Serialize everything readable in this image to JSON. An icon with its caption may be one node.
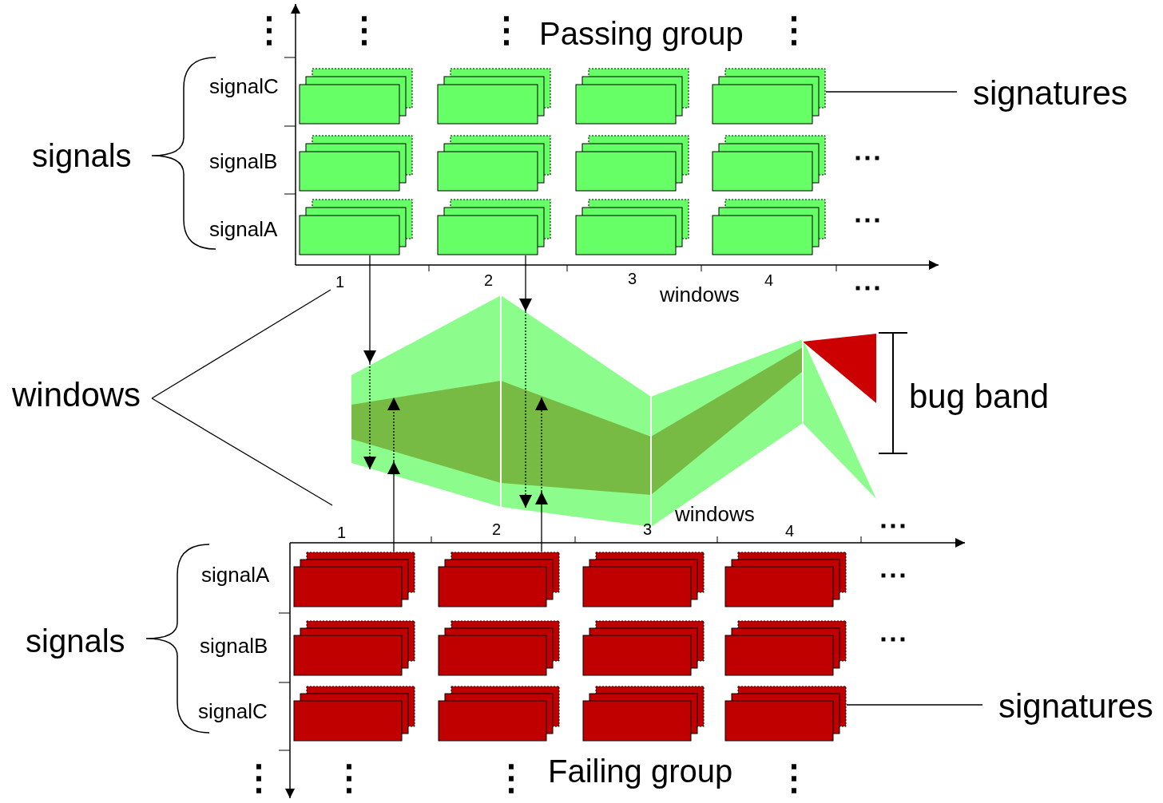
{
  "diagram": {
    "nodes": [
      {
        "text": [
          "signatures"
        ]
      },
      {
        "text": [],
        "shape": "box"
      },
      {
        "text": [],
        "shape": "box"
      },
      {
        "text": [],
        "shape": "box"
      },
      {
        "text": [],
        "shape": "box"
      },
      {
        "text": [],
        "shape": "box"
      },
      {
        "text": [],
        "shape": "box"
      },
      {
        "text": [],
        "shape": "box"
      },
      {
        "text": [],
        "shape": "box"
      },
      {
        "text": [],
        "shape": "box"
      },
      {
        "text": [],
        "shape": "box"
      },
      {
        "text": [],
        "shape": "box"
      },
      {
        "text": [],
        "shape": "box"
      },
      {
        "text": [],
        "shape": "band"
      },
      {
        "text": [],
        "shape": "box"
      },
      {
        "text": [],
        "shape": "box"
      },
      {
        "text": [],
        "shape": "box"
      },
      {
        "text": [],
        "shape": "box"
      },
      {
        "text": [],
        "shape": "box"
      },
      {
        "text": [],
        "shape": "box"
      },
      {
        "text": [],
        "shape": "box"
      },
      {
        "text": [],
        "shape": "box"
      },
      {
        "text": [],
        "shape": "box"
      },
      {
        "text": [],
        "shape": "box"
      },
      {
        "text": [],
        "shape": "box"
      },
      {
        "text": [],
        "shape": "box"
      },
      {
        "text": [
          "signatures"
        ]
      },
      {
        "text": [
          "windows"
        ]
      },
      {
        "text": [
          "1"
        ]
      },
      {
        "text": [
          "1"
        ]
      }
    ],
    "edges": [
      {
        "from": 9,
        "to": 13,
        "arrow": "to"
      },
      {
        "from": 14,
        "to": 13,
        "arrow": "to"
      },
      {
        "from": 10,
        "to": 13,
        "arrow": "to"
      },
      {
        "from": 15,
        "to": 13,
        "arrow": "to"
      },
      {
        "from": 0,
        "to": 4,
        "arrow": "none"
      },
      {
        "from": 26,
        "to": 25,
        "arrow": "none"
      },
      {
        "from": 27,
        "to": 28,
        "arrow": "none"
      },
      {
        "from": 27,
        "to": 29,
        "arrow": "none"
      }
    ],
    "labels": [
      "⋮",
      "⋮",
      "⋮",
      "Passing group",
      "⋮",
      "signalC",
      "signals",
      "signalB",
      "⋯",
      "signalA",
      "⋯",
      "2",
      "3",
      "windows",
      "4",
      "⋯",
      "bug band",
      "windows",
      "⋯",
      "2",
      "3",
      "4",
      "signalA",
      "⋯",
      "signals",
      "signalB",
      "⋯",
      "signalC",
      "⋮",
      "⋮",
      "⋮",
      "Failing group",
      "⋮"
    ]
  }
}
